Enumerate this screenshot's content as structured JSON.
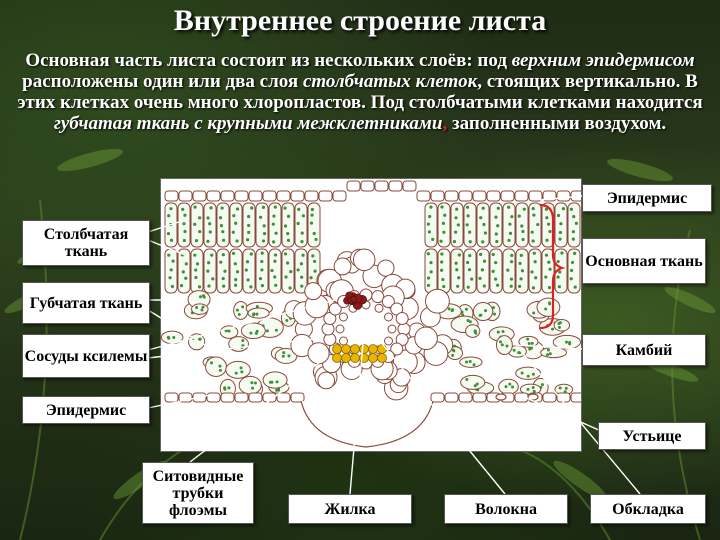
{
  "title": "Внутреннее строение листа",
  "intro": {
    "p1": "Основная часть листа состоит из нескольких слоёв: под ",
    "p2": "верхним эпидермисом",
    "p3": " расположены один или два слоя ",
    "p4": "столбчатых клеток",
    "p5": ", стоящих вертикально. В этих клетках очень много хлоропластов. Под столбчатыми клетками находится ",
    "p6": "губчатая ткань с крупными межклетниками",
    "p7": ",",
    "p8": " заполненными воздухом."
  },
  "labels": {
    "epidermis_top": "Эпидермис",
    "palisade": "Столбчатая ткань",
    "main_tissue": "Основная ткань",
    "spongy": "Губчатая ткань",
    "xylem": "Сосуды ксилемы",
    "cambium": "Камбий",
    "epidermis_bottom": "Эпидермис",
    "stomata": "Устьице",
    "phloem": "Ситовидные трубки флоэмы",
    "vein": "Жилка",
    "fibers": "Волокна",
    "sheath": "Обкладка"
  },
  "colors": {
    "cell_outline": "#8a4a3a",
    "chloroplast": "#3f8f3a",
    "xylem": "#8b1a1a",
    "phloem_fill": "#e9b500",
    "brace": "#e02020"
  }
}
